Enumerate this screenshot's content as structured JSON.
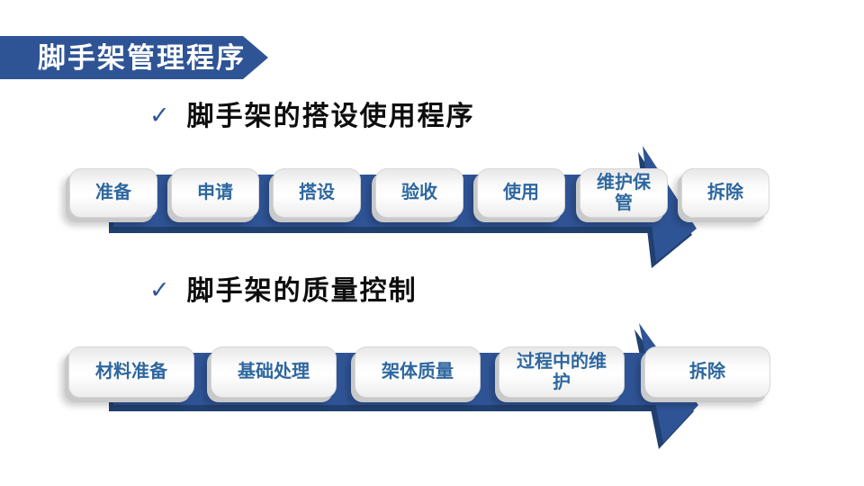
{
  "slide": {
    "title": "脚手架管理程序",
    "background": "#FFFFFF",
    "colors": {
      "accent": "#2F5496",
      "accent_dark": "#20406F",
      "box_text": "#2E679F",
      "heading_text": "#0D0D0D",
      "banner_text": "#FFFFFF",
      "box_face": "#F2F2F2"
    },
    "sections": [
      {
        "bullet": "✓",
        "heading": "脚手架的搭设使用程序",
        "steps": [
          "准备",
          "申请",
          "搭设",
          "验收",
          "使用",
          "维护保管",
          "拆除"
        ]
      },
      {
        "bullet": "✓",
        "heading": "脚手架的质量控制",
        "steps": [
          "材料准备",
          "基础处理",
          "架体质量",
          "过程中的维护",
          "拆除"
        ]
      }
    ]
  }
}
